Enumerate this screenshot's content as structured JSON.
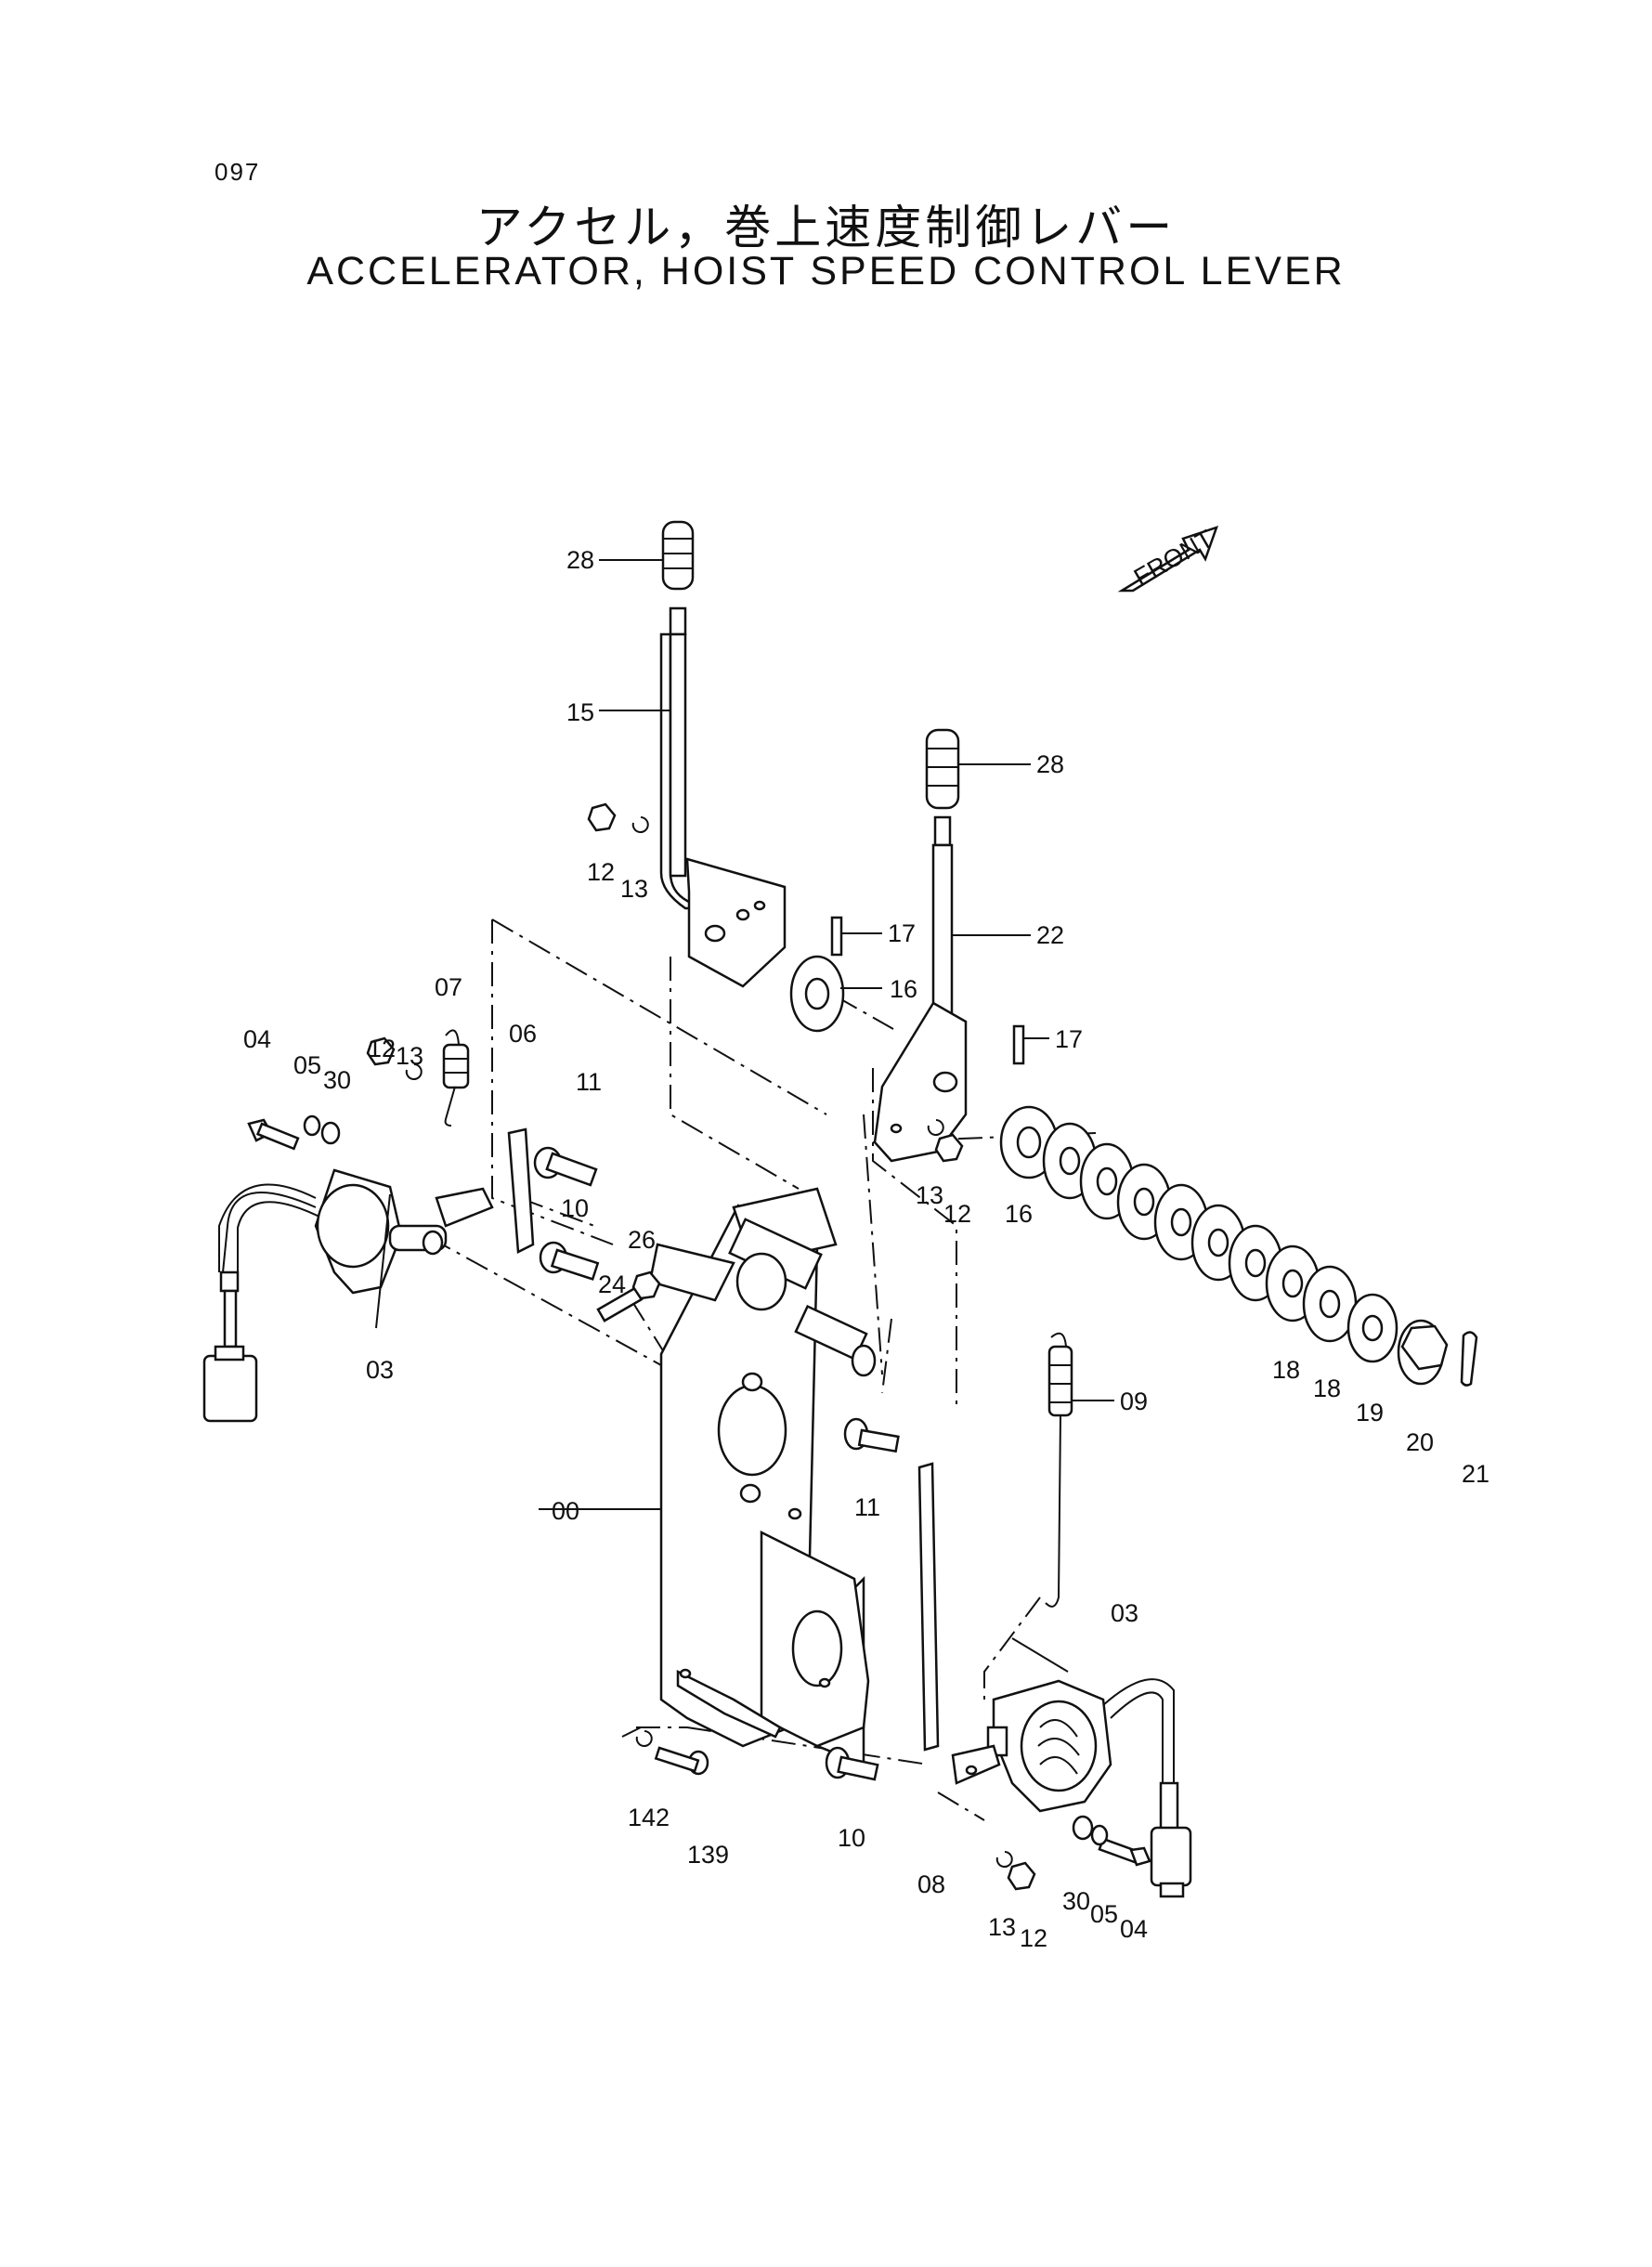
{
  "page_number": "097",
  "title_jp": "アクセル，巻上速度制御レバー",
  "title_en": "ACCELERATOR, HOIST SPEED CONTROL LEVER",
  "front_label": "FRONT",
  "labels": {
    "l28a": "28",
    "l15": "15",
    "l28b": "28",
    "l22": "22",
    "l12a": "12",
    "l13a": "13",
    "l17a": "17",
    "l16a": "16",
    "l17b": "17",
    "l04a": "04",
    "l05a": "05",
    "l30a": "30",
    "l12b": "12",
    "l13b": "13",
    "l07": "07",
    "l06": "06",
    "l11a": "11",
    "l10a": "10",
    "l13c": "13",
    "l12c": "12",
    "l16b": "16",
    "l26": "26",
    "l24": "24",
    "l03a": "03",
    "l18a": "18",
    "l18b": "18",
    "l19": "19",
    "l20": "20",
    "l21": "21",
    "l09": "09",
    "l00": "00",
    "l11b": "11",
    "l03b": "03",
    "l142": "142",
    "l139": "139",
    "l10b": "10",
    "l08": "08",
    "l30b": "30",
    "l05b": "05",
    "l04b": "04",
    "l13d": "13",
    "l12d": "12"
  }
}
